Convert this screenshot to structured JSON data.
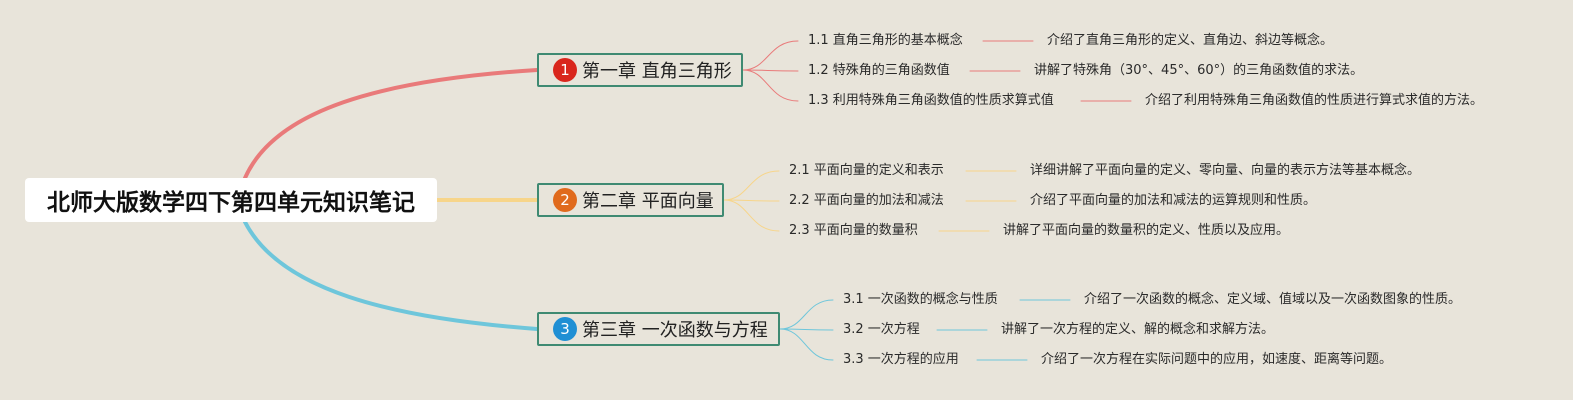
{
  "root": {
    "title": "北师大版数学四下第四单元知识笔记"
  },
  "chapters": [
    {
      "number": "1",
      "label": "第一章 直角三角形",
      "color": "#e97a7a",
      "badge_color": "#d9261c",
      "topics": [
        {
          "title": "1.1 直角三角形的基本概念",
          "desc": "介绍了直角三角形的定义、直角边、斜边等概念。"
        },
        {
          "title": "1.2 特殊角的三角函数值",
          "desc": "讲解了特殊角（30°、45°、60°）的三角函数值的求法。"
        },
        {
          "title": "1.3 利用特殊角三角函数值的性质求算式值",
          "desc": "介绍了利用特殊角三角函数值的性质进行算式求值的方法。"
        }
      ]
    },
    {
      "number": "2",
      "label": "第二章 平面向量",
      "color": "#f7d58a",
      "badge_color": "#e06a1c",
      "topics": [
        {
          "title": "2.1 平面向量的定义和表示",
          "desc": "详细讲解了平面向量的定义、零向量、向量的表示方法等基本概念。"
        },
        {
          "title": "2.2 平面向量的加法和减法",
          "desc": "介绍了平面向量的加法和减法的运算规则和性质。"
        },
        {
          "title": "2.3 平面向量的数量积",
          "desc": "讲解了平面向量的数量积的定义、性质以及应用。"
        }
      ]
    },
    {
      "number": "3",
      "label": "第三章 一次函数与方程",
      "color": "#6ec6db",
      "badge_color": "#1f8fd4",
      "topics": [
        {
          "title": "3.1 一次函数的概念与性质",
          "desc": "介绍了一次函数的概念、定义域、值域以及一次函数图象的性质。"
        },
        {
          "title": "3.2 一次方程",
          "desc": "讲解了一次方程的定义、解的概念和求解方法。"
        },
        {
          "title": "3.3 一次方程的应用",
          "desc": "介绍了一次方程在实际问题中的应用，如速度、距离等问题。"
        }
      ]
    }
  ]
}
